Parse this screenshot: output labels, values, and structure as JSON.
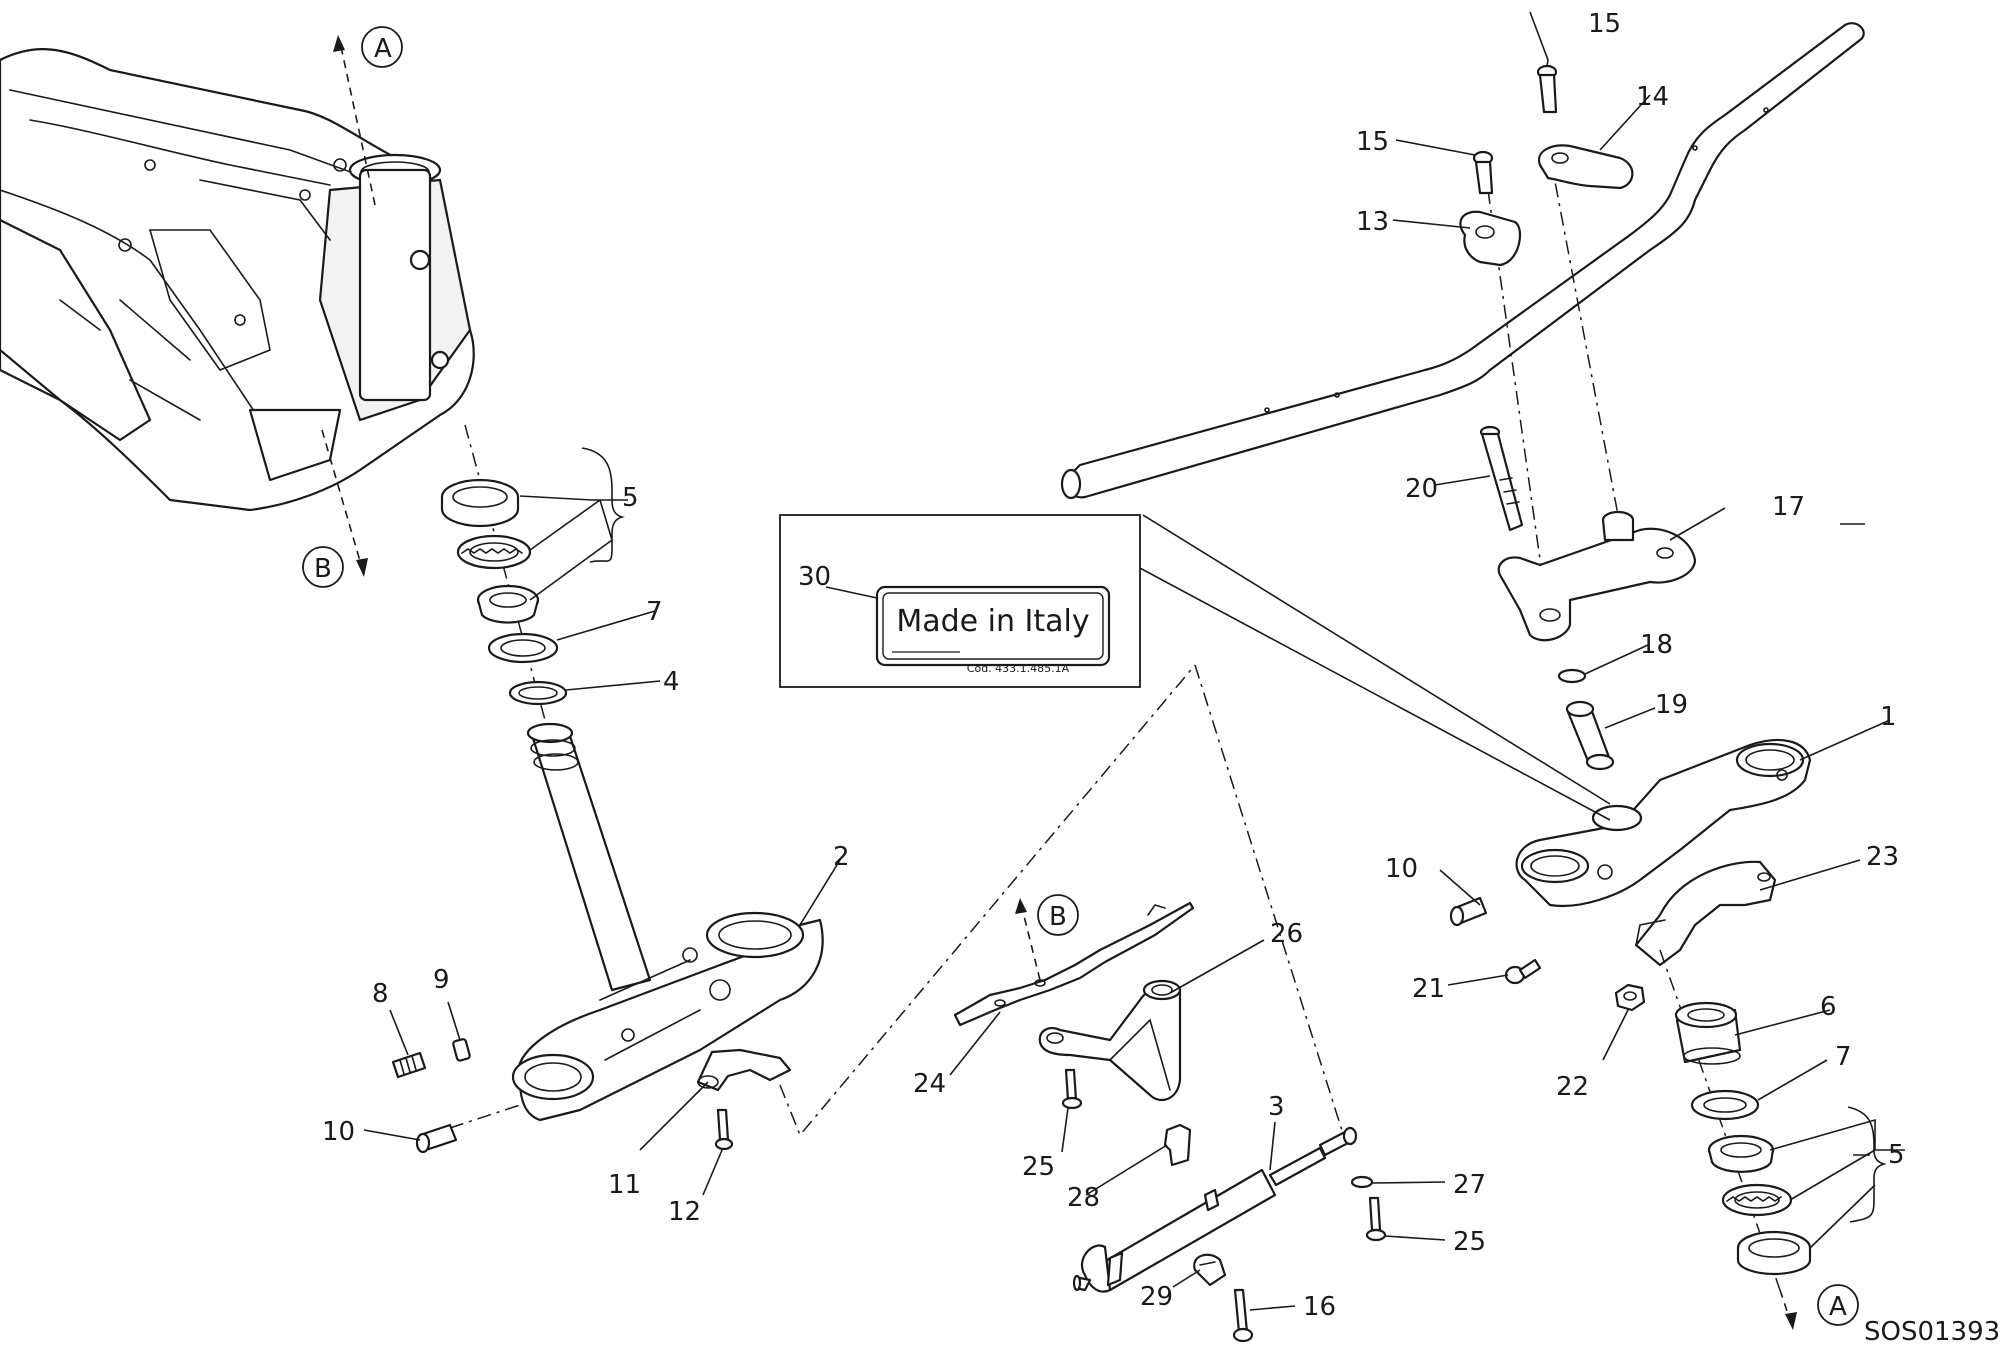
{
  "diagram": {
    "document_code": "SOS01393",
    "label_plate": {
      "callout": "30",
      "title": "Made in Italy",
      "code": "Cod. 433.1.485.1A"
    },
    "reference_markers": {
      "a_top": "A",
      "b_left": "B",
      "b_center": "B",
      "a_bottom": "A"
    },
    "callouts": {
      "c1": "1",
      "c2": "2",
      "c3": "3",
      "c4": "4",
      "c5_top": "5",
      "c5_bottom": "5",
      "c6": "6",
      "c7_top": "7",
      "c7_bottom": "7",
      "c8": "8",
      "c9": "9",
      "c10_left": "10",
      "c10_right": "10",
      "c11": "11",
      "c12": "12",
      "c13": "13",
      "c14": "14",
      "c15_top": "15",
      "c15_left": "15",
      "c16": "16",
      "c17": "17",
      "c18": "18",
      "c19": "19",
      "c20": "20",
      "c21": "21",
      "c22": "22",
      "c23": "23",
      "c24": "24",
      "c25_left": "25",
      "c25_right": "25",
      "c26": "26",
      "c27": "27",
      "c28": "28",
      "c29": "29"
    }
  }
}
